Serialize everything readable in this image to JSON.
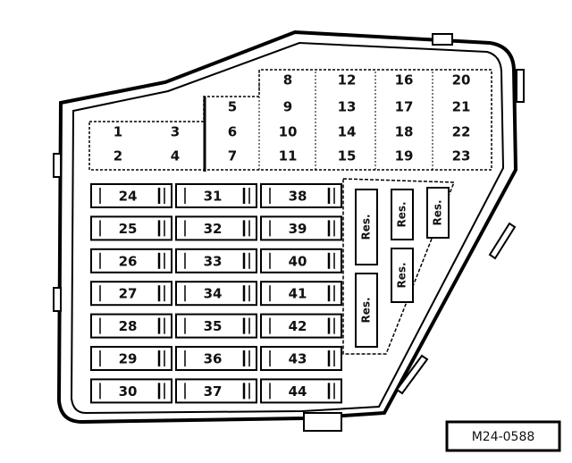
{
  "upper_fuses": [
    "1",
    "2",
    "3",
    "4",
    "5",
    "6",
    "7",
    "8",
    "9",
    "10",
    "11",
    "12",
    "13",
    "14",
    "15",
    "16",
    "17",
    "18",
    "19",
    "20",
    "21",
    "22",
    "23"
  ],
  "lower_fuses": [
    "24",
    "25",
    "26",
    "27",
    "28",
    "29",
    "30",
    "31",
    "32",
    "33",
    "34",
    "35",
    "36",
    "37",
    "38",
    "39",
    "40",
    "41",
    "42",
    "43",
    "44"
  ],
  "reserve_label": "Res.",
  "figure_code": "M24-0588"
}
